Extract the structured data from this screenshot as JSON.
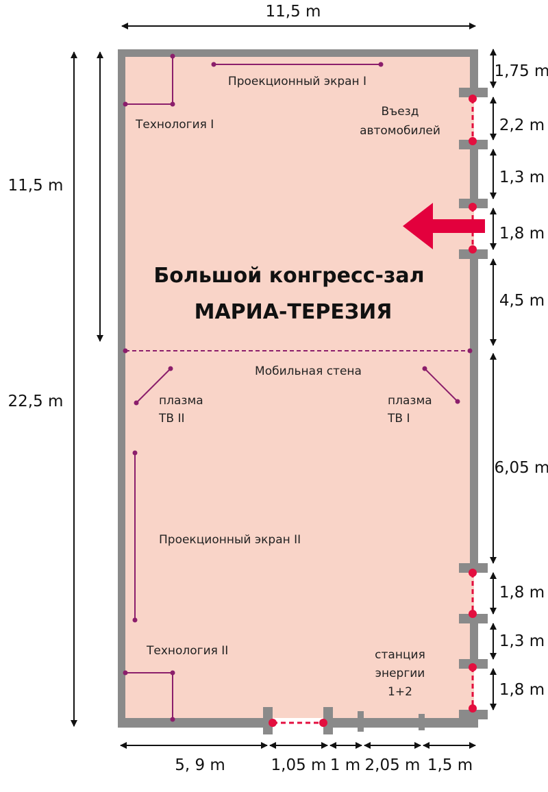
{
  "colors": {
    "room_fill": "#f9d4c8",
    "wall": "#8a8a8a",
    "purple": "#8b1e6b",
    "door_red": "#e30f3f",
    "arrow_red": "#e3003d"
  },
  "hall": {
    "title_line1": "Большой конгресс-зал",
    "title_line2": "МАРИА-ТЕРЕЗИЯ"
  },
  "labels": {
    "screen1": "Проекционный экран I",
    "tech1": "Технология I",
    "vehicle_line1": "Въезд",
    "vehicle_line2": "автомобилей",
    "mobile_wall": "Мобильная стена",
    "plasma2_line1": "плазма",
    "plasma2_line2": "ТВ II",
    "plasma1_line1": "плазма",
    "plasma1_line2": "ТВ I",
    "screen2": "Проекционный экран II",
    "tech2": "Технология II",
    "energy_line1": "станция",
    "energy_line2": "энергии",
    "energy_line3": "1+2"
  },
  "dimensions": {
    "top_width": "11,5 m",
    "left_upper": "11,5 m",
    "left_total": "22,5 m",
    "right": [
      "1,75 m",
      "2,2 m",
      "1,3 m",
      "1,8 m",
      "4,5 m",
      "6,05 m",
      "1,8 m",
      "1,3 m",
      "1,8 m"
    ],
    "bottom": [
      "5, 9 m",
      "1,05 m",
      "1 m",
      "2,05 m",
      "1,5 m"
    ]
  }
}
